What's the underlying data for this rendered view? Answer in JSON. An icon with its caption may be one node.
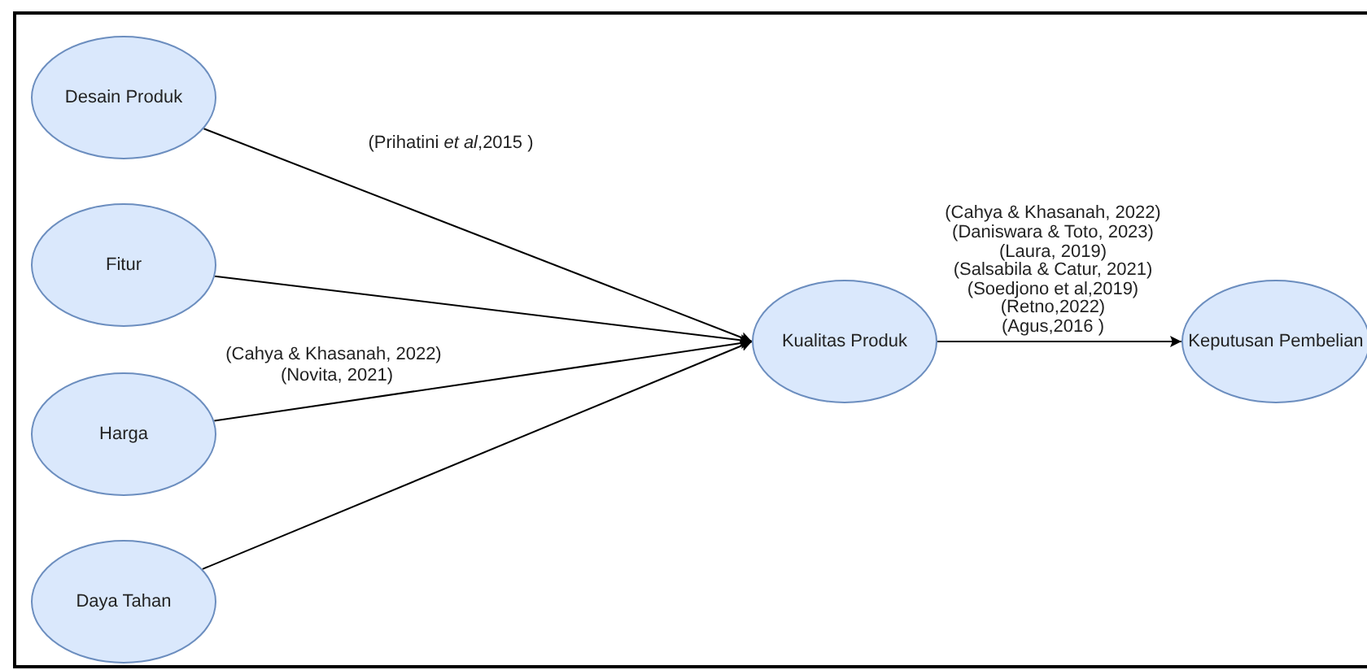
{
  "diagram": {
    "nodes": [
      {
        "text": [
          "Desain Produk"
        ]
      },
      {
        "text": [
          "Fitur"
        ]
      },
      {
        "text": [
          "Harga"
        ]
      },
      {
        "text": [
          "Daya Tahan"
        ]
      },
      {
        "text": [
          "Kualitas Produk"
        ]
      },
      {
        "text": [
          "Keputusan Pembelian"
        ]
      }
    ],
    "edges": [
      {
        "from": 0,
        "to": 4,
        "arrow": "to"
      },
      {
        "from": 1,
        "to": 4,
        "arrow": "to"
      },
      {
        "from": 2,
        "to": 4,
        "arrow": "to"
      },
      {
        "from": 3,
        "to": 4,
        "arrow": "to"
      },
      {
        "from": 4,
        "to": 5,
        "arrow": "to"
      }
    ],
    "labels": [
      "(Prihatini *et al*,2015 )",
      "(Cahya & Khasanah, 2022)",
      "(Novita, 2021)",
      "(Cahya & Khasanah, 2022)",
      "(Daniswara & Toto, 2023)",
      "(Laura, 2019)",
      "(Salsabila & Catur, 2021)",
      "(Soedjono et al,2019)",
      "(Retno,2022)",
      "(Agus,2016 )"
    ]
  }
}
